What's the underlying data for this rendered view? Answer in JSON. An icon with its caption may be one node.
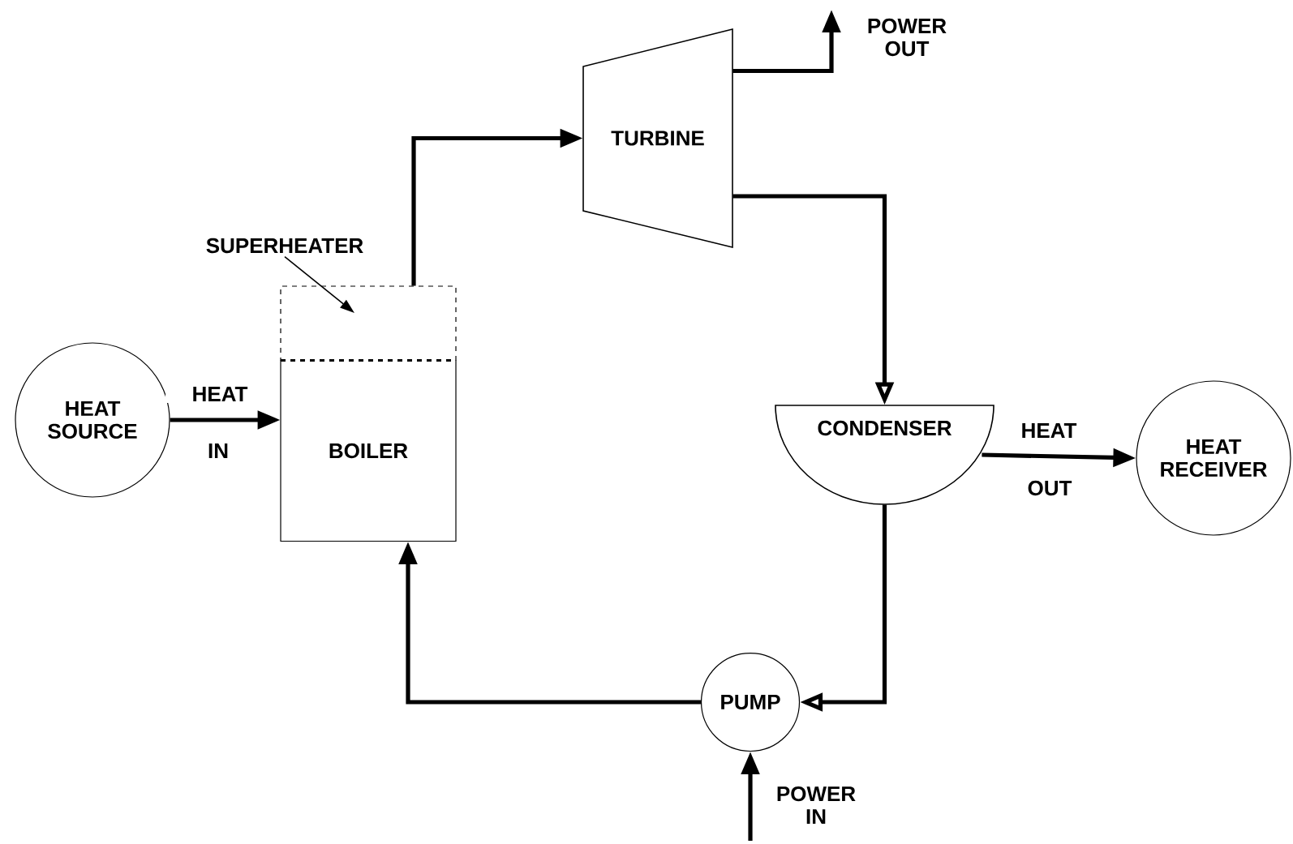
{
  "diagram": {
    "nodes": [
      {
        "text": [
          "HEAT SOURCE"
        ]
      },
      {
        "text": [
          "SUPERHEATER"
        ]
      },
      {
        "text": [],
        "shape": "box"
      },
      {
        "text": [
          "BOILER"
        ]
      },
      {
        "text": [
          "TURBINE"
        ]
      },
      {
        "text": [
          "CONDENSER"
        ]
      },
      {
        "text": [
          "HEAT RECEIVER"
        ]
      },
      {
        "text": [
          "PUMP"
        ]
      }
    ],
    "edges": [
      {
        "from": 0,
        "to": 3,
        "arrow": "to",
        "label": "HEAT"
      },
      {
        "from": 1,
        "to": 2,
        "arrow": "to"
      },
      {
        "from": 2,
        "to": 4,
        "arrow": "to"
      },
      {
        "from": 4,
        "to": null,
        "arrow": "to",
        "label": "POWER OUT"
      },
      {
        "from": 4,
        "to": 5,
        "arrow": "to"
      },
      {
        "from": 5,
        "to": 6,
        "arrow": "to",
        "label": "HEAT"
      },
      {
        "from": 5,
        "to": 7,
        "arrow": "to"
      },
      {
        "from": 7,
        "to": 3,
        "arrow": "to"
      },
      {
        "from": null,
        "to": 7,
        "arrow": "to",
        "label": "POWER IN"
      }
    ],
    "labels": [
      "IN",
      "OUT"
    ]
  }
}
